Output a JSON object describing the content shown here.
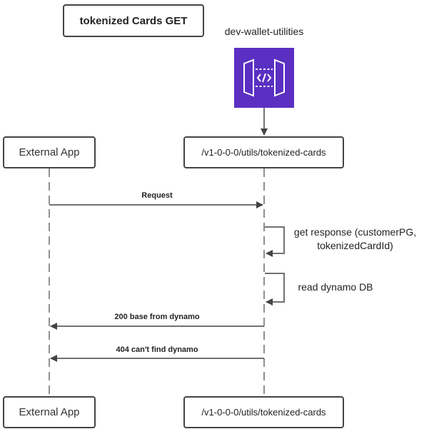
{
  "title": "tokenized Cards GET",
  "service": {
    "name": "dev-wallet-utilities",
    "icon": "api-gateway-icon",
    "icon_color": "#5a2fc2"
  },
  "participants": {
    "external_app": "External App",
    "endpoint": "/v1-0-0-0/utils/tokenized-cards"
  },
  "messages": [
    {
      "label": "Request",
      "from": "External App",
      "to": "/v1-0-0-0/utils/tokenized-cards"
    },
    {
      "label": "get response (customerPG, tokenizedCardId)",
      "lines": [
        "get response (customerPG,",
        "tokenizedCardId)"
      ],
      "from": "/v1-0-0-0/utils/tokenized-cards",
      "to": "/v1-0-0-0/utils/tokenized-cards"
    },
    {
      "label": "read dynamo DB",
      "from": "/v1-0-0-0/utils/tokenized-cards",
      "to": "/v1-0-0-0/utils/tokenized-cards"
    },
    {
      "label": "200 base from dynamo",
      "from": "/v1-0-0-0/utils/tokenized-cards",
      "to": "External App"
    },
    {
      "label": "404 can't find dynamo",
      "from": "/v1-0-0-0/utils/tokenized-cards",
      "to": "External App"
    }
  ]
}
